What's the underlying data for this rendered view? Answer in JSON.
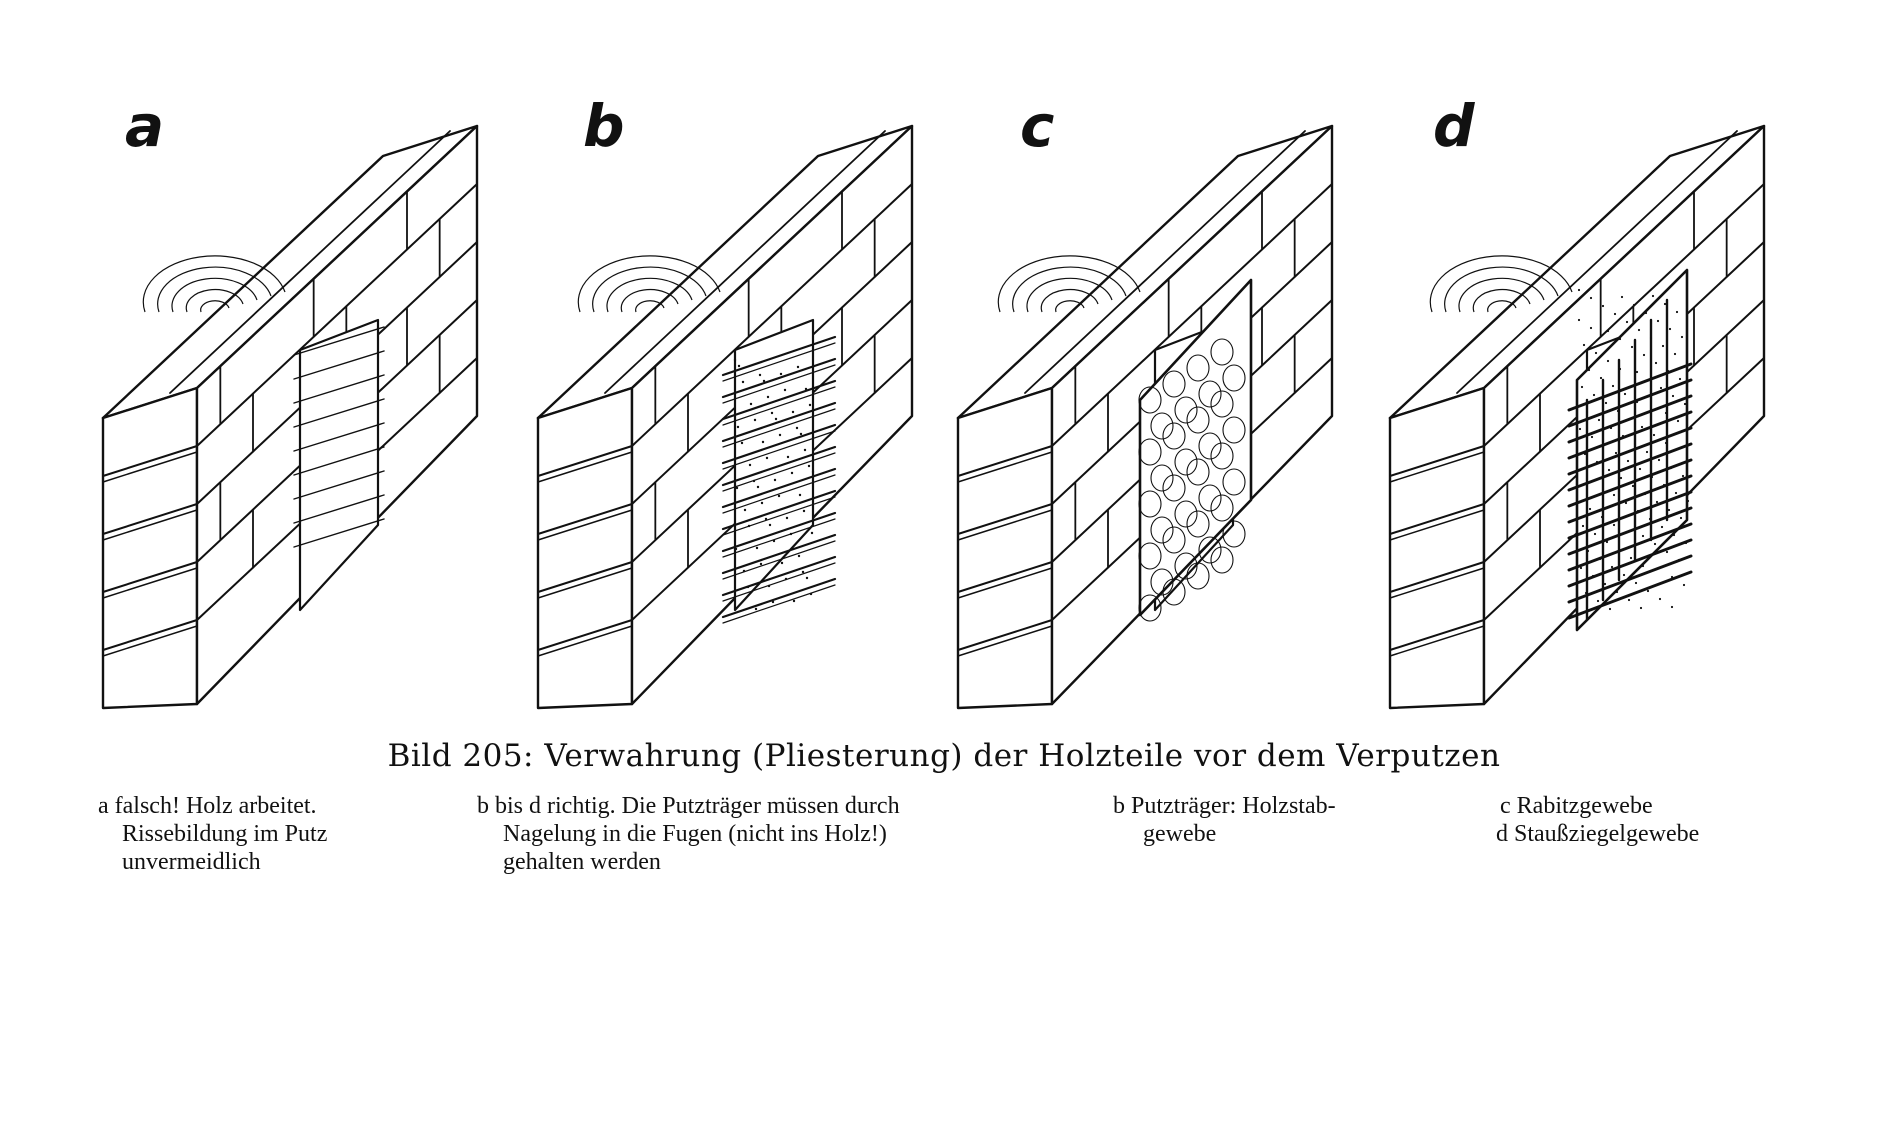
{
  "panels": [
    {
      "letter": "a",
      "carrier": "none"
    },
    {
      "letter": "b",
      "carrier": "wood-rod-fabric"
    },
    {
      "letter": "c",
      "carrier": "rabitz-mesh"
    },
    {
      "letter": "d",
      "carrier": "stauss-brick-fabric"
    }
  ],
  "caption": {
    "title": "Bild 205: Verwahrung (Pliesterung) der Holzteile vor dem Verputzen"
  },
  "legend": {
    "a": [
      "a falsch! Holz arbeitet.",
      "Rissebildung im Putz",
      "unvermeidlich"
    ],
    "bd": [
      "b bis d richtig. Die Putzträger müssen durch",
      "Nagelung in die Fugen (nicht ins Holz!)",
      "gehalten werden"
    ],
    "b": [
      "b Putzträger: Holzstab-",
      "gewebe"
    ],
    "cd": [
      "c Rabitzgewebe",
      "d Staußziegelgewebe"
    ]
  },
  "colors": {
    "ink": "#111111",
    "paper": "#ffffff"
  }
}
